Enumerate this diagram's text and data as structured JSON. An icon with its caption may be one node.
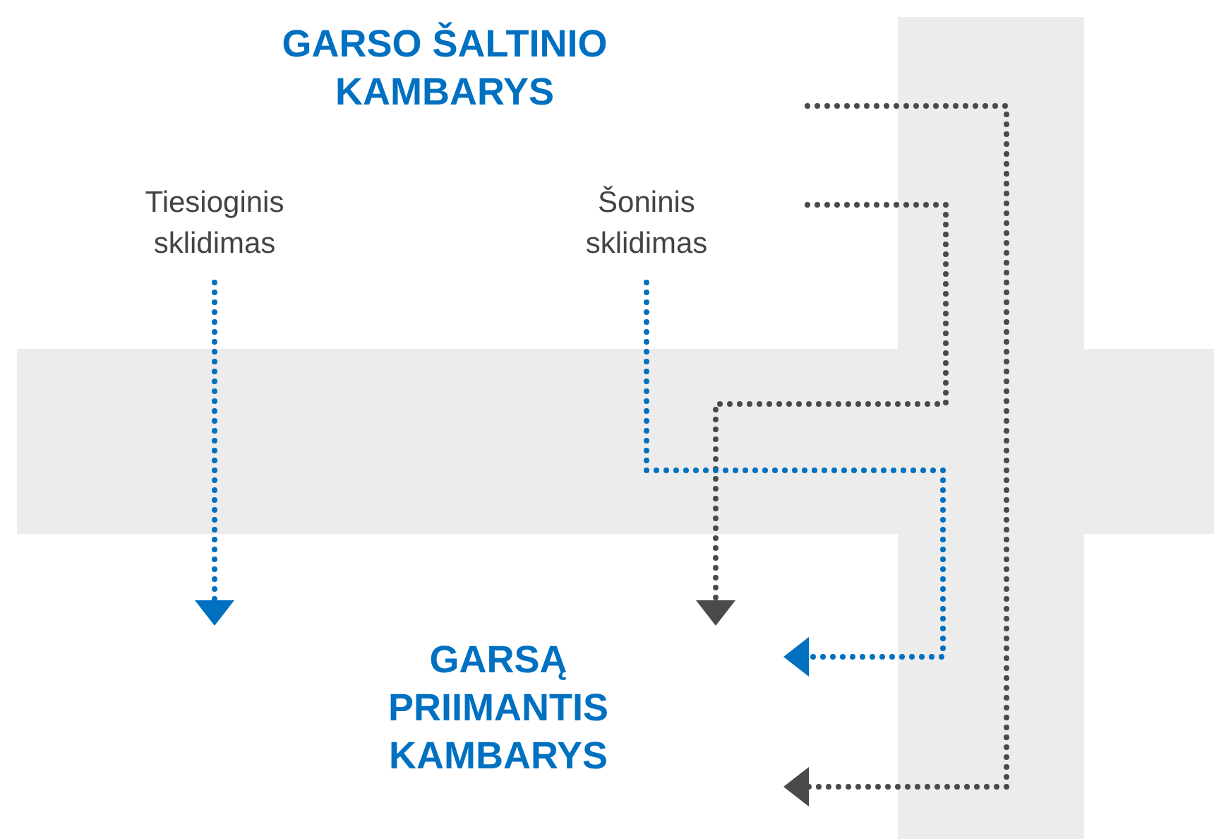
{
  "diagram": {
    "nodes": [
      {
        "text": [
          "GARSO ŠALTINIO KAMBARYS"
        ]
      },
      {
        "text": [
          "Tiesioginis sklidimas"
        ]
      },
      {
        "text": [
          "Šoninis sklidimas"
        ]
      },
      {
        "text": [
          "GARSĄ PRIIMANTIS KAMBARYS"
        ]
      },
      {
        "text": [],
        "shape": "bar"
      },
      {
        "text": [],
        "shape": "bar"
      },
      {
        "text": [],
        "shape": "bar"
      }
    ],
    "edges": [
      {
        "from": 1,
        "to": null,
        "arrow": "to",
        "color": "#0070c0"
      },
      {
        "from": 2,
        "to": null,
        "arrow": "to",
        "color": "#0070c0"
      }
    ]
  }
}
